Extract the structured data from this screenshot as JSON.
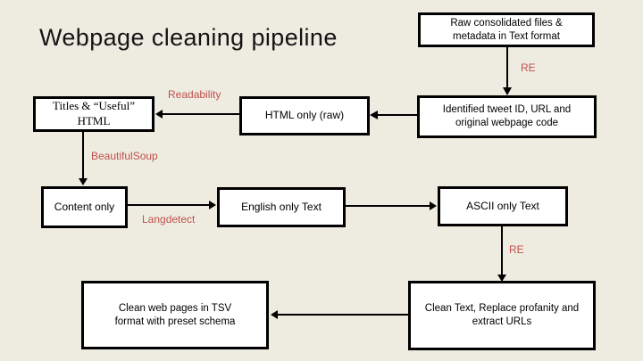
{
  "slide": {
    "title": "Webpage cleaning pipeline",
    "background_color": "#EEECE1",
    "accent_red": "#C0504D",
    "box_fill": "#FFFFFF",
    "box_border": "#000000"
  },
  "nodes": {
    "raw": {
      "label": "Raw consolidated files & metadata in Text format"
    },
    "titles_html": {
      "label": "Titles & “Useful” HTML"
    },
    "html_only": {
      "label": "HTML only (raw)"
    },
    "identified": {
      "label": "Identified tweet ID, URL and original webpage code"
    },
    "content_only": {
      "label": "Content only"
    },
    "english_text": {
      "label": "English only Text"
    },
    "ascii_text": {
      "label": "ASCII only Text"
    },
    "clean_tsv": {
      "label": "Clean web pages in TSV format with preset schema"
    },
    "clean_text": {
      "label": "Clean Text, Replace profanity and extract URLs"
    }
  },
  "edge_labels": {
    "re_top": "RE",
    "readability": "Readability",
    "beautifulsoup": "BeautifulSoup",
    "langdetect": "Langdetect",
    "re_bottom": "RE"
  }
}
